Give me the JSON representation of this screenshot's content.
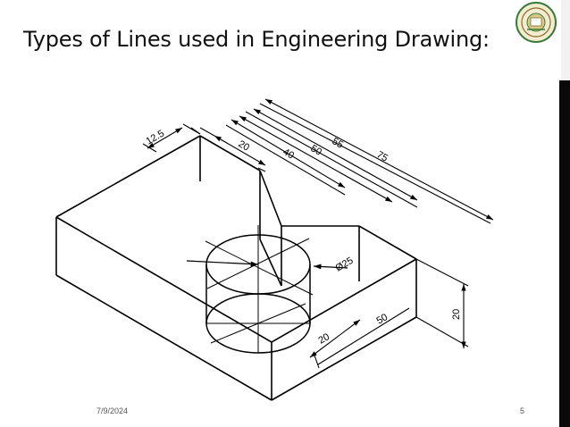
{
  "slide": {
    "title": "Types of Lines used in Engineering Drawing:",
    "date": "7/9/2024",
    "page_number": "5"
  },
  "drawing": {
    "dimensions": {
      "d_12_5": "12.5",
      "d_20_top": "20",
      "d_40": "40",
      "d_50_top": "50",
      "d_55": "55",
      "d_75": "75",
      "d_dia25": "Ø25",
      "d_20_right": "20",
      "d_50_bottom": "50",
      "d_20_bottom": "20"
    }
  },
  "logo": {
    "name": "university-seal-logo",
    "color": "#3a7a3a"
  }
}
